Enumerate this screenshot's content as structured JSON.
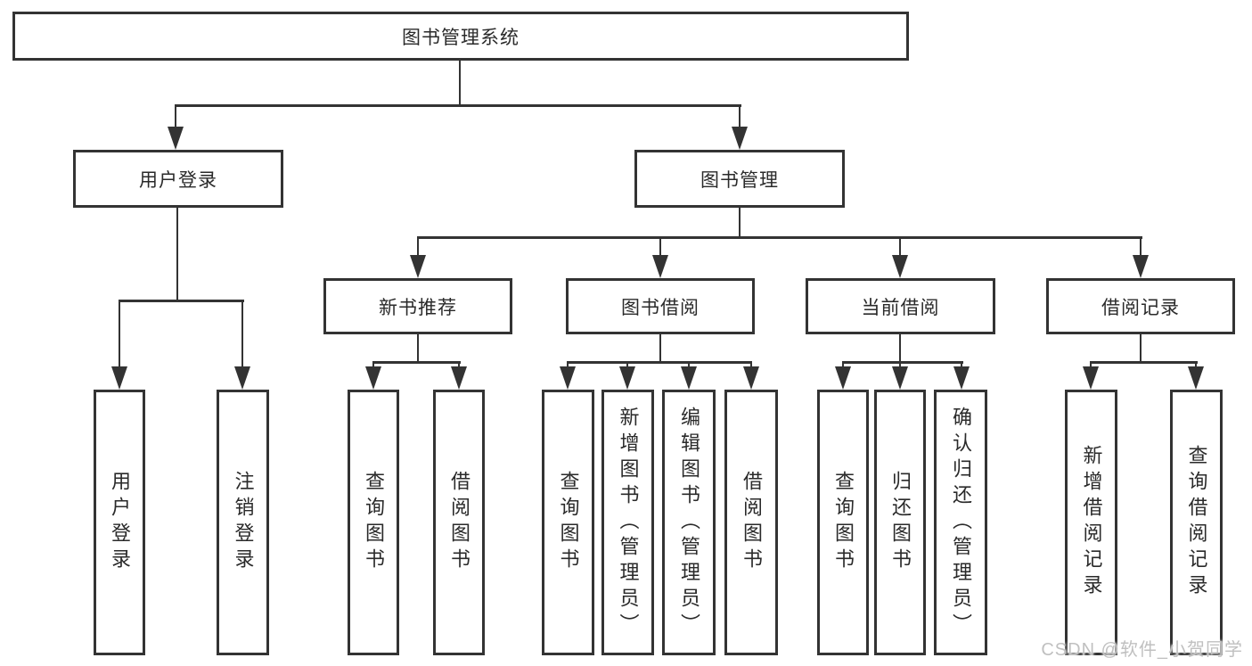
{
  "tree": {
    "root": "图书管理系统",
    "branches": [
      {
        "label": "用户登录",
        "children": [
          "用户登录",
          "注销登录"
        ]
      },
      {
        "label": "图书管理",
        "children": [
          {
            "label": "新书推荐",
            "children": [
              "查询图书",
              "借阅图书"
            ]
          },
          {
            "label": "图书借阅",
            "children": [
              "查询图书",
              "新增图书（管理员）",
              "编辑图书（管理员）",
              "借阅图书"
            ]
          },
          {
            "label": "当前借阅",
            "children": [
              "查询图书",
              "归还图书",
              "确认归还（管理员）"
            ]
          },
          {
            "label": "借阅记录",
            "children": [
              "新增借阅记录",
              "查询借阅记录"
            ]
          }
        ]
      }
    ]
  },
  "watermark": {
    "text": "CSDN @软件_小贺同学"
  },
  "colors": {
    "line": "#333333",
    "text": "#2a2a2a",
    "background": "#ffffff",
    "watermark": "#c0c0c0"
  }
}
